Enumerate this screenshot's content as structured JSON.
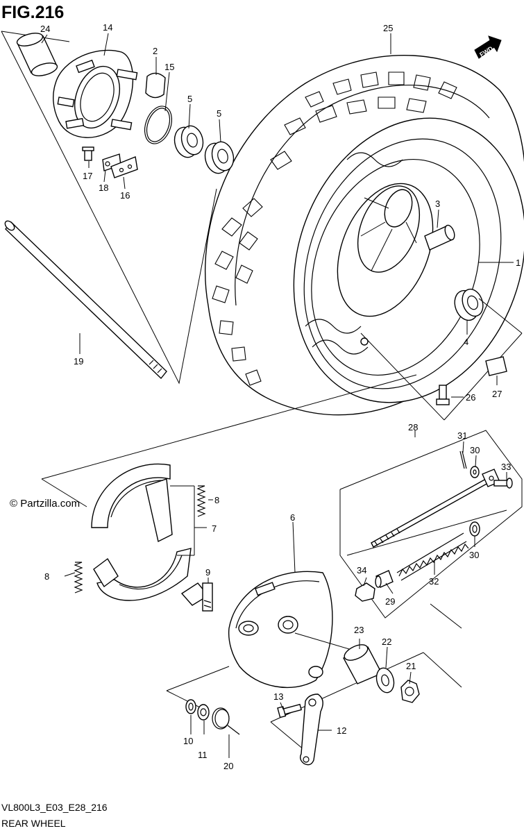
{
  "fig_title": "FIG.216",
  "fwd_label": "FWD",
  "watermark": "© Partzilla.com",
  "footer_code": "VL800L3_E03_E28_216",
  "footer_title": "REAR WHEEL",
  "callouts": {
    "c1": "1",
    "c2": "2",
    "c3": "3",
    "c4": "4",
    "c5a": "5",
    "c5b": "5",
    "c6": "6",
    "c7": "7",
    "c8a": "8",
    "c8b": "8",
    "c9": "9",
    "c10": "10",
    "c11": "11",
    "c12": "12",
    "c13": "13",
    "c14": "14",
    "c15": "15",
    "c16": "16",
    "c17": "17",
    "c18": "18",
    "c19": "19",
    "c20": "20",
    "c21": "21",
    "c22": "22",
    "c23": "23",
    "c24": "24",
    "c25": "25",
    "c26": "26",
    "c27": "27",
    "c28": "28",
    "c29": "29",
    "c30a": "30",
    "c30b": "30",
    "c31": "31",
    "c32": "32",
    "c33": "33",
    "c34": "34"
  }
}
